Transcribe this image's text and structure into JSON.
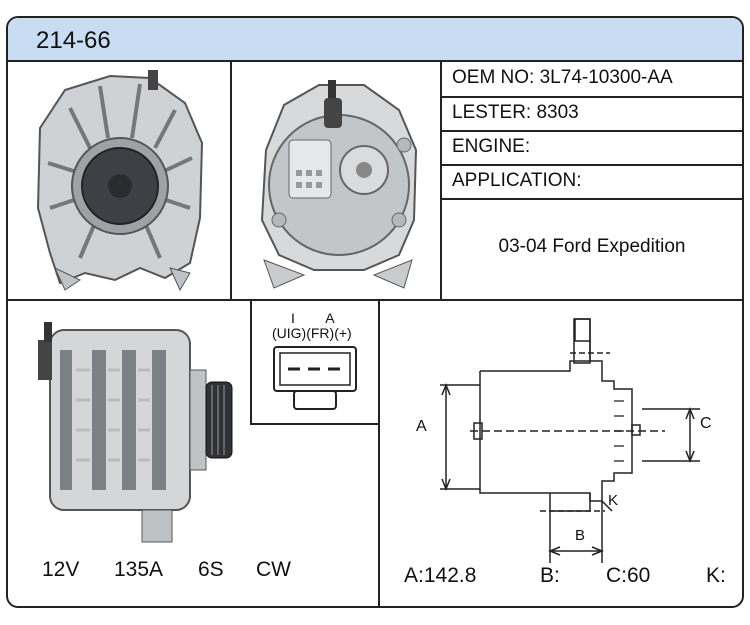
{
  "part_number": "214-66",
  "specs": {
    "oem": "OEM NO: 3L74-10300-AA",
    "lester": "LESTER: 8303",
    "engine": "ENGINE:",
    "application": "APPLICATION:"
  },
  "application_value": "03-04 Ford Expedition",
  "connector": {
    "pin_letters": "I        A",
    "pin_labels": "(UIG)(FR)(+)"
  },
  "ratings": {
    "voltage": "12V",
    "amperage": "135A",
    "pulley": "6S",
    "rotation": "CW"
  },
  "dimensions": {
    "a": "A:142.8",
    "b": "B:",
    "c": "C:60",
    "k": "K:"
  },
  "drawing_labels": {
    "a": "A",
    "b": "B",
    "c": "C",
    "k": "K"
  }
}
